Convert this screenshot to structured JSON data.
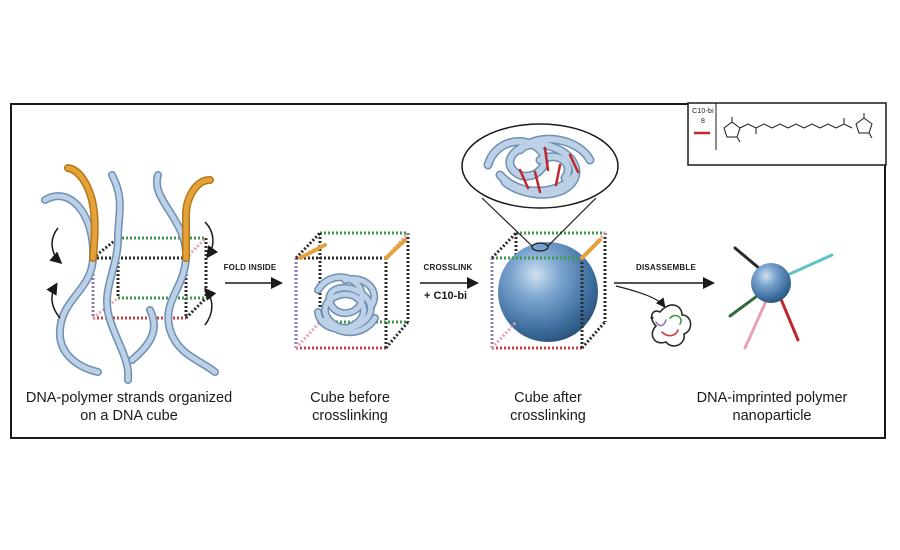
{
  "figure": {
    "captions": [
      {
        "line1": "DNA-polymer strands organized",
        "line2": "on a DNA cube"
      },
      {
        "line1": "Cube before",
        "line2": "crosslinking"
      },
      {
        "line1": "Cube after",
        "line2": "crosslinking"
      },
      {
        "line1": "DNA-imprinted polymer",
        "line2": "nanoparticle"
      }
    ],
    "steps": {
      "fold": "FOLD INSIDE",
      "crosslink": "CROSSLINK",
      "crosslinker": "+ C10-bi",
      "disassemble": "DISASSEMBLE"
    },
    "inset": {
      "label": "C10-bi",
      "small_symbol": "8"
    },
    "minus_sign": "-"
  },
  "colors": {
    "polymer": "#a9c0dc",
    "polymer_dark": "#6e8fb5",
    "sphere": "#4f7fae",
    "orange": "#e3a23a",
    "crosslink_red": "#c0262d",
    "dna_green": "#3f9a4c",
    "dna_red": "#d13b3b",
    "dna_pink": "#e7a1b5",
    "dna_purple": "#8d78b6",
    "dna_teal": "#5fc3c3",
    "dna_dark": "#2b2b2b"
  }
}
